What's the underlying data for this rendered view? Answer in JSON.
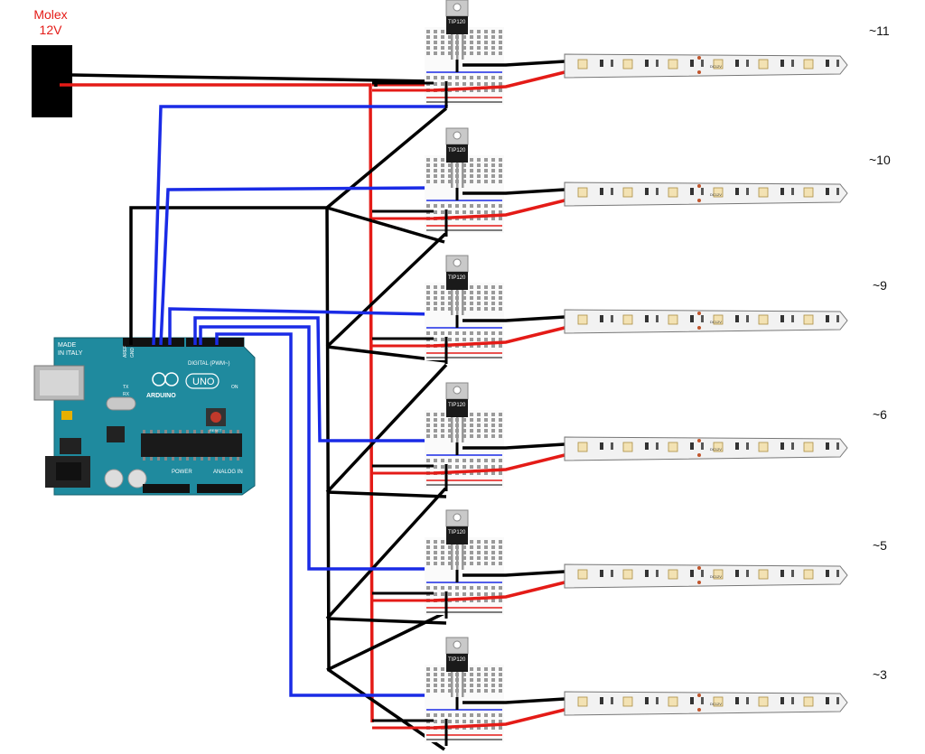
{
  "molex": {
    "label_line1": "Molex",
    "label_line2": "12V"
  },
  "transistor_label": "TIP120",
  "strip_marking": "DC12V",
  "channels": [
    {
      "pin": "~11"
    },
    {
      "pin": "~10"
    },
    {
      "pin": "~9"
    },
    {
      "pin": "~6"
    },
    {
      "pin": "~5"
    },
    {
      "pin": "~3"
    }
  ],
  "arduino": {
    "made_in": [
      "MADE",
      "IN ITALY"
    ],
    "brand": "ARDUINO",
    "model": "UNO",
    "digital_label": "DIGITAL (PWM~)",
    "power_label": "POWER",
    "analog_label": "ANALOG IN",
    "tx": "TX",
    "rx": "RX",
    "on": "ON",
    "reset": "RESET",
    "aref": "AREF",
    "gnd": "GND"
  },
  "colors": {
    "power_wire": "#e41b17",
    "ground_wire": "#000000",
    "signal_wire": "#1a2be6",
    "board": "#1f8a9e",
    "strip": "#f2f2f2"
  }
}
